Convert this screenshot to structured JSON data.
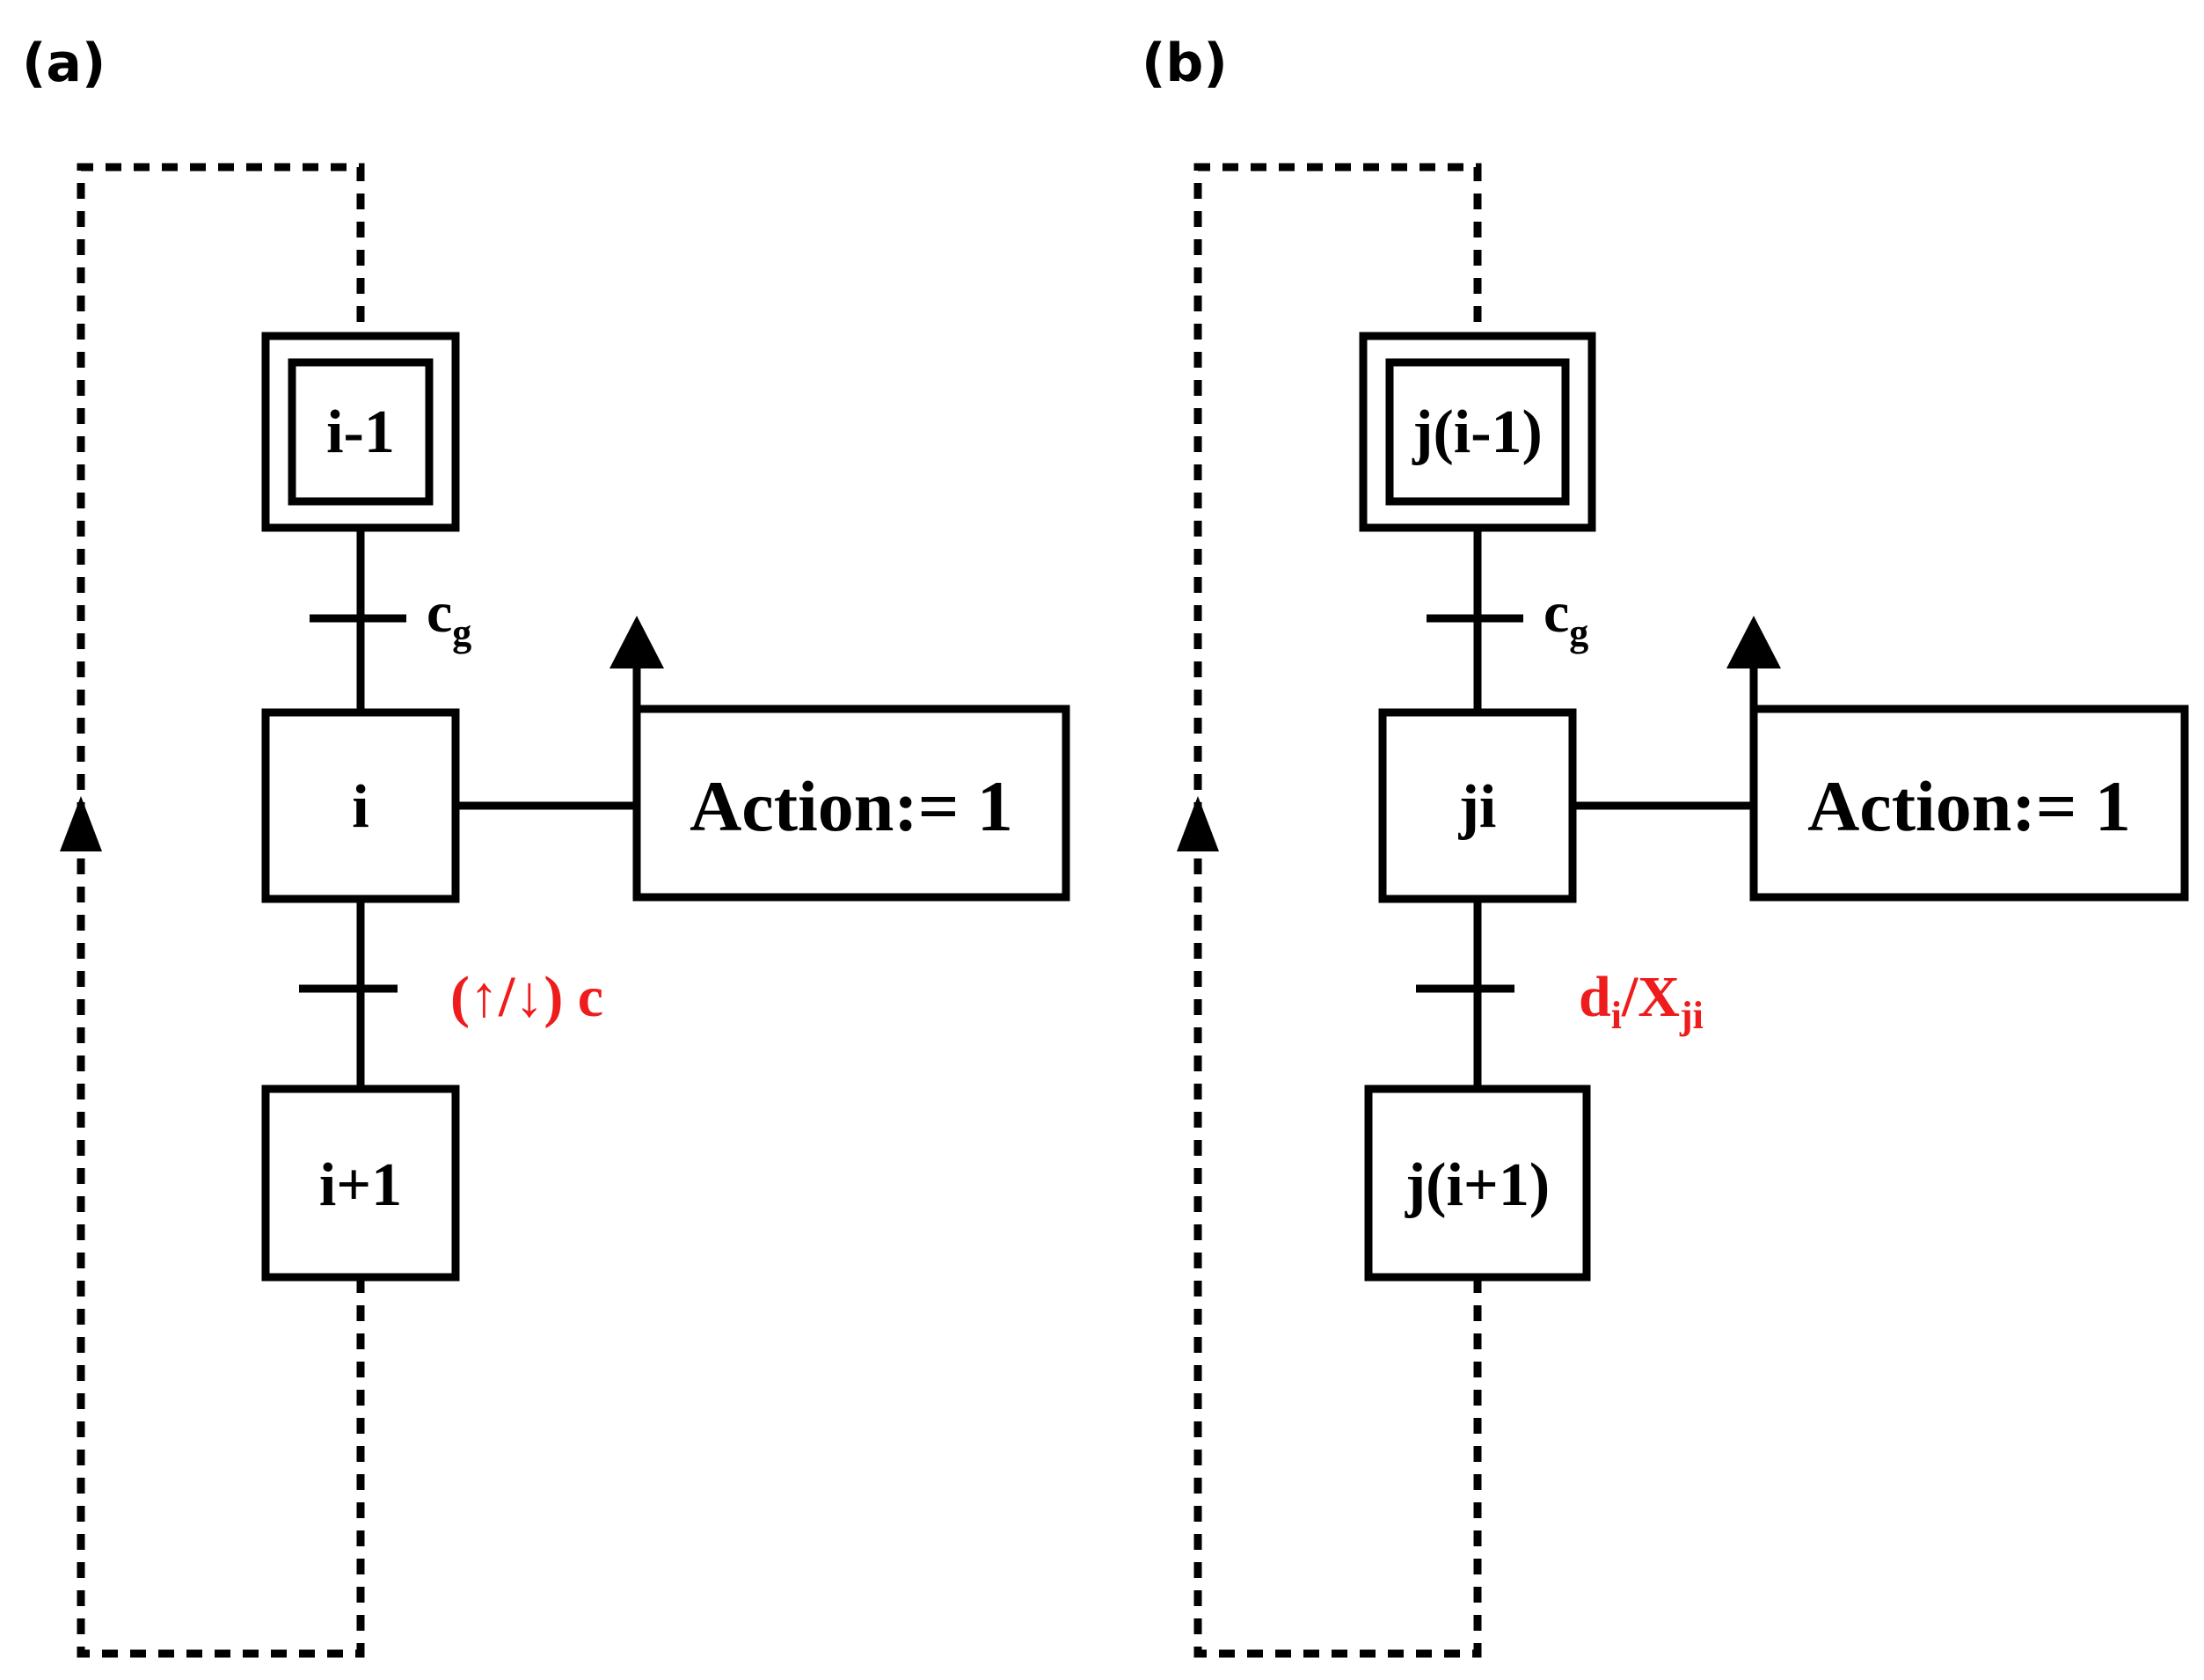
{
  "panels": [
    {
      "label": "(a)",
      "steps": {
        "prev": "i-1",
        "current": "i",
        "next": "i+1"
      },
      "guard_condition": {
        "base": "c",
        "sub": "g"
      },
      "action": "Action:= 1",
      "transition": {
        "text": "(↑/↓) c",
        "color": "#ee1c1c"
      }
    },
    {
      "label": "(b)",
      "steps": {
        "prev": "j(i-1)",
        "current": "ji",
        "next": "j(i+1)"
      },
      "guard_condition": {
        "base": "c",
        "sub": "g"
      },
      "action": "Action:= 1",
      "transition": {
        "base": "d",
        "sub": "i",
        "sep": "/X",
        "sub2": "ji",
        "color": "#ee1c1c"
      }
    }
  ]
}
